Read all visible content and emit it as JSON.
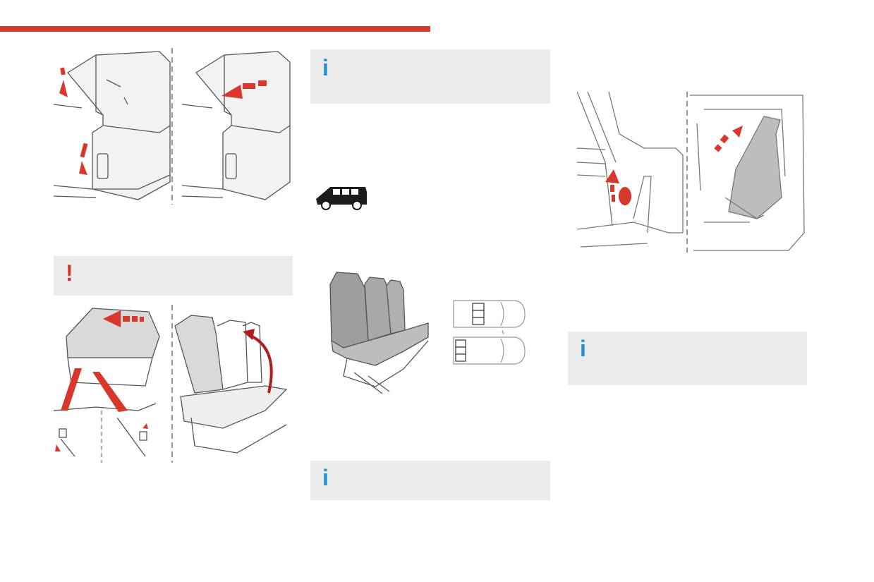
{
  "colors": {
    "accent_red": "#d9372c",
    "info_blue": "#1f8fd6",
    "warning_red": "#d9372c",
    "panel_bg": "#ebebeb",
    "line_gray": "#9a9a9a",
    "vehicle_black": "#1c1c1c"
  },
  "icons": {
    "info_top": "i",
    "warning": "!",
    "info_bottom_center": "i",
    "info_right": "i"
  },
  "illustrations": [
    "seat-fold-down-illustration",
    "seat-slide-forward-illustration",
    "bench-latch-release-illustration",
    "bench-backrest-fold-illustration",
    "vehicle-silhouette-icon",
    "three-seat-bench-illustration",
    "seat-layout-diagram",
    "seat-tip-forward-illustration"
  ]
}
